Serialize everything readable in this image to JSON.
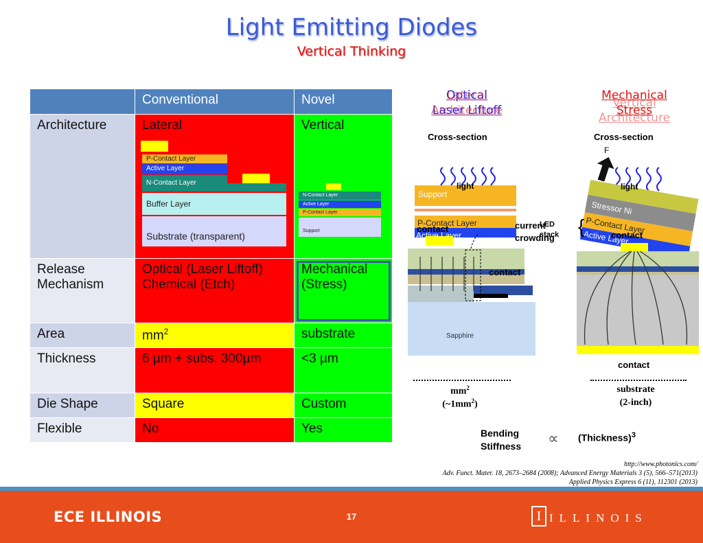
{
  "title": "Light Emitting Diodes",
  "subtitle": "Vertical Thinking",
  "table": {
    "headers": [
      "",
      "Conventional",
      "Novel"
    ],
    "rows": [
      {
        "label": "Architecture",
        "conv": "Lateral",
        "novel": "Vertical"
      },
      {
        "label": "Release Mechanism",
        "conv": "Optical (Laser Liftoff)\nChemical (Etch)",
        "novel": "Mechanical (Stress)"
      },
      {
        "label": "Area",
        "conv": "mm",
        "conv_sup": "2",
        "novel": "substrate"
      },
      {
        "label": "Thickness",
        "conv": "6 µm + subs. 300µm",
        "novel": "<3 µm"
      },
      {
        "label": "Die Shape",
        "conv": "Square",
        "novel": "Custom"
      },
      {
        "label": "Flexible",
        "conv": "No",
        "novel": "Yes"
      }
    ]
  },
  "lateral_stack": {
    "p_contact": "P-Contact Layer",
    "active": "Active Layer",
    "n_contact": "N-Contact Layer",
    "buffer": "Buffer Layer",
    "substrate": "Substrate (transparent)"
  },
  "vertical_stack": {
    "n_contact": "N-Contact Layer",
    "active": "Active Layer",
    "p_contact": "P-Contact Layer",
    "support": "Support"
  },
  "left_diagram": {
    "heading_a": "Optical",
    "heading_b": "Laser Liftoff",
    "heading_c": "Lateral Architecture",
    "cross_section": "Cross-section",
    "light": "light",
    "support": "Support",
    "p_contact": "P-Contact Layer",
    "contact_overlay": "contact",
    "active": "Active Layer",
    "current": "current",
    "crowding": "crowding",
    "led_stack": "LED stack",
    "contact": "contact",
    "sapphire": "Sapphire",
    "area": "mm",
    "area_sup": "2",
    "area_note": "(~1mm",
    "area_note_sup": "2",
    "area_note_end": ")"
  },
  "right_diagram": {
    "heading_a": "Mechanical",
    "heading_b": "Stress",
    "heading_c": "Vertical Architecture",
    "cross_section": "Cross-section",
    "force": "F",
    "light": "light",
    "stressor": "Stressor Ni",
    "p_contact": "P-Contact Layer",
    "active": "Active Layer",
    "contact_top": "contact",
    "contact_bottom": "contact",
    "area": "substrate",
    "area_note": "(2-inch)"
  },
  "bending": {
    "label1": "Bending",
    "label2": "Stiffness",
    "prop": "∝",
    "rhs": "(Thickness)",
    "exp": "3"
  },
  "citations": [
    "http://www.photonics.com/",
    "Adv. Funct. Mater. 18, 2673–2684 (2008); Advanced Energy Materials 3 (5), 566–571(2013)",
    "Applied Physics Express 6 (11), 112301 (2013)"
  ],
  "footer": {
    "left": "ECE ILLINOIS",
    "page": "17",
    "right": "ILLINOIS",
    "logo_letter": "I"
  },
  "colors": {
    "title_blue": "#3b5bd6",
    "subtitle_red": "#e01010",
    "header_blue": "#4f81bd",
    "red": "#ff0000",
    "green": "#00ff00",
    "yellow": "#ffff00",
    "footer_orange": "#e84d1c"
  }
}
